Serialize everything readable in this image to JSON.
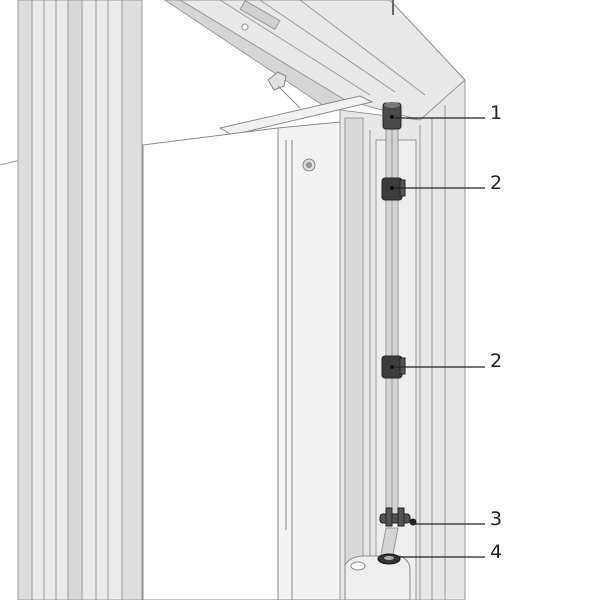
{
  "callouts": [
    {
      "label": "1",
      "part": "top-cable-clip"
    },
    {
      "label": "2",
      "part": "cable-clip-upper"
    },
    {
      "label": "2",
      "part": "cable-clip-lower"
    },
    {
      "label": "3",
      "part": "cable-fastener"
    },
    {
      "label": "4",
      "part": "cable-exit-bushing"
    }
  ],
  "colors": {
    "line": "#8a8a8a",
    "frame": "#e6e6e6",
    "frame_dark": "#cfcfcf",
    "clip": "#3a3a3a",
    "leader": "#222222"
  }
}
